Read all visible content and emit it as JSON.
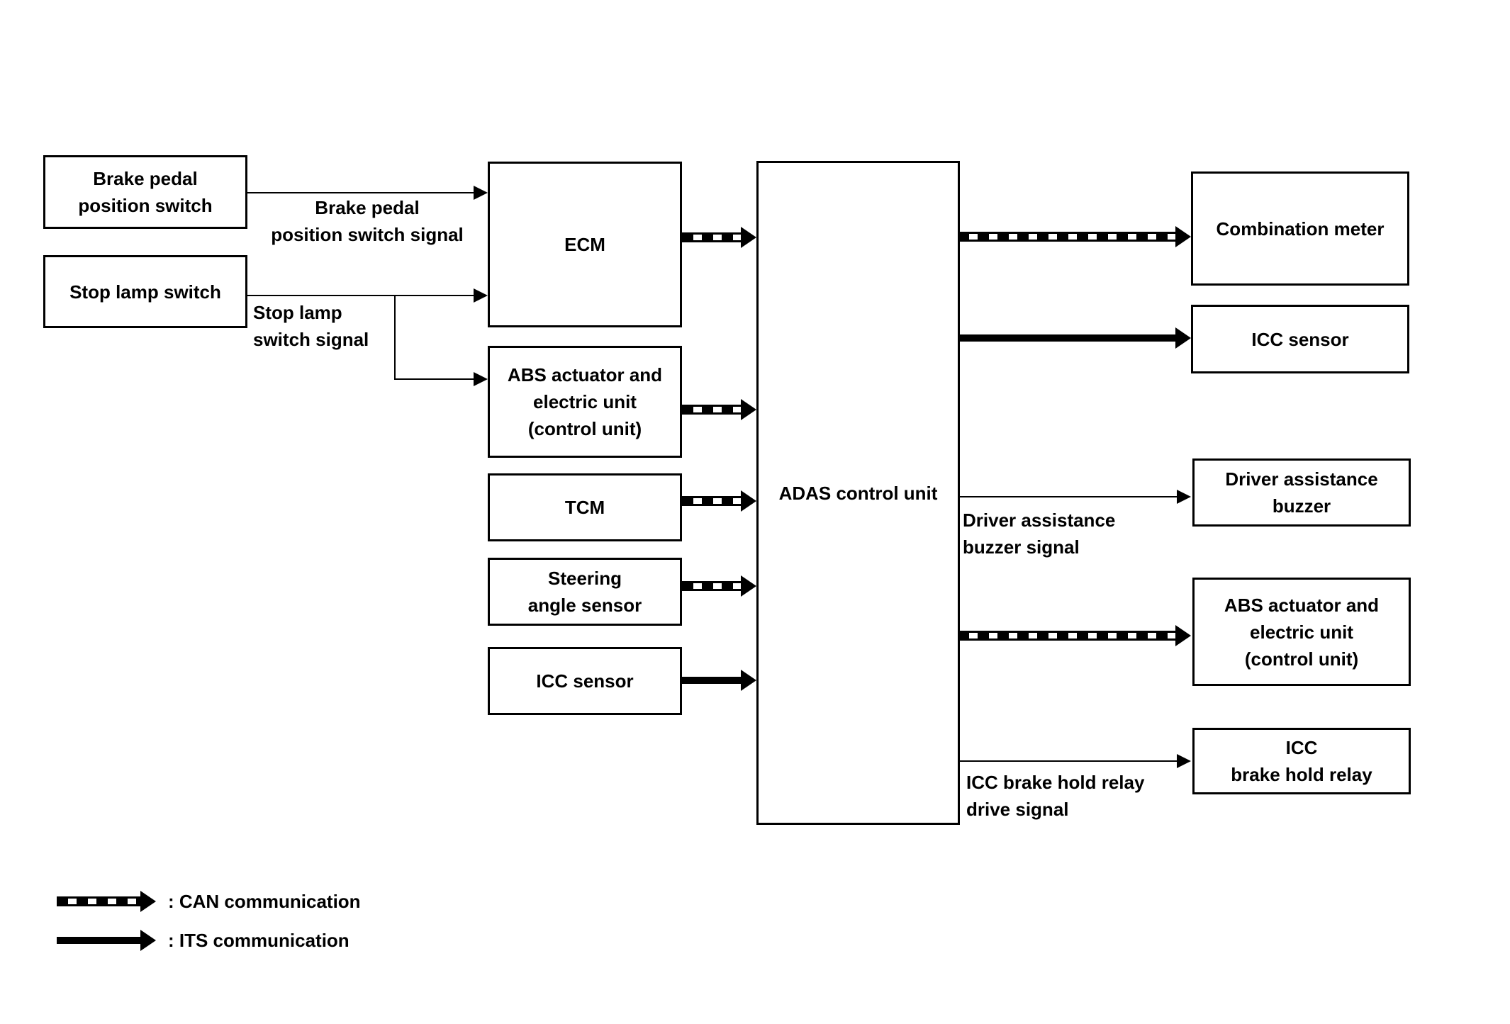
{
  "boxes": {
    "brake_pedal_position_switch": "Brake pedal\nposition switch",
    "stop_lamp_switch": "Stop lamp switch",
    "ecm": "ECM",
    "abs_actuator_left": "ABS actuator and\nelectric unit\n(control unit)",
    "tcm": "TCM",
    "steering_angle_sensor": "Steering\nangle sensor",
    "icc_sensor_left": "ICC sensor",
    "adas_control_unit": "ADAS control unit",
    "combination_meter": "Combination meter",
    "icc_sensor_right": "ICC sensor",
    "driver_assistance_buzzer": "Driver assistance\nbuzzer",
    "abs_actuator_right": "ABS actuator and\nelectric unit\n(control unit)",
    "icc_brake_hold_relay": "ICC\nbrake hold relay"
  },
  "signal_labels": {
    "brake_pedal_signal": "Brake pedal\nposition switch signal",
    "stop_lamp_signal": "Stop lamp\nswitch signal",
    "buzzer_signal": "Driver assistance\nbuzzer signal",
    "relay_signal": "ICC brake hold relay\ndrive signal"
  },
  "legend": {
    "can": ": CAN communication",
    "its": ": ITS communication"
  },
  "colors": {
    "ink": "#000000",
    "background": "#ffffff"
  }
}
